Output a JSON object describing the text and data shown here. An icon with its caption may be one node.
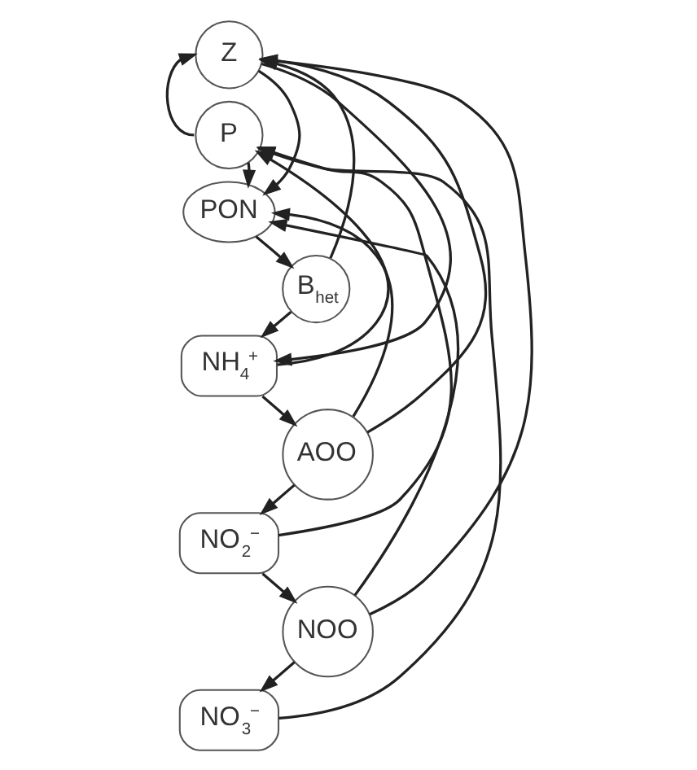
{
  "diagram": {
    "nodes": [
      {
        "text": [
          "Z"
        ]
      },
      {
        "text": [
          "P"
        ]
      },
      {
        "text": [
          "PON"
        ]
      },
      {
        "text": [
          "B$_{het}$"
        ]
      },
      {
        "text": [
          "NH$_{4}$$^{+}$"
        ]
      },
      {
        "text": [
          "AOO"
        ]
      },
      {
        "text": [
          "NO$_{2}$$^{−}$"
        ]
      },
      {
        "text": [
          "NOO"
        ]
      },
      {
        "text": [
          "NO$_{3}$$^{−}$"
        ]
      }
    ],
    "edges": [
      {
        "from": 1,
        "to": 0,
        "arrow": "to"
      },
      {
        "from": 0,
        "to": 2,
        "arrow": "to"
      },
      {
        "from": 0,
        "to": 4,
        "arrow": "to"
      },
      {
        "from": 1,
        "to": 2,
        "arrow": "to"
      },
      {
        "from": 2,
        "to": 3,
        "arrow": "to"
      },
      {
        "from": 3,
        "to": 0,
        "arrow": "to"
      },
      {
        "from": 5,
        "to": 0,
        "arrow": "to"
      },
      {
        "from": 7,
        "to": 0,
        "arrow": "to"
      },
      {
        "from": 5,
        "to": 2,
        "arrow": "to"
      },
      {
        "from": 7,
        "to": 2,
        "arrow": "to"
      },
      {
        "from": 3,
        "to": 4,
        "arrow": "to"
      },
      {
        "from": 4,
        "to": 5,
        "arrow": "to"
      },
      {
        "from": 5,
        "to": 6,
        "arrow": "to"
      },
      {
        "from": 6,
        "to": 7,
        "arrow": "to"
      },
      {
        "from": 7,
        "to": 8,
        "arrow": "to"
      },
      {
        "from": 4,
        "to": 1,
        "arrow": "to"
      },
      {
        "from": 6,
        "to": 1,
        "arrow": "to"
      },
      {
        "from": 8,
        "to": 1,
        "arrow": "to"
      }
    ]
  }
}
